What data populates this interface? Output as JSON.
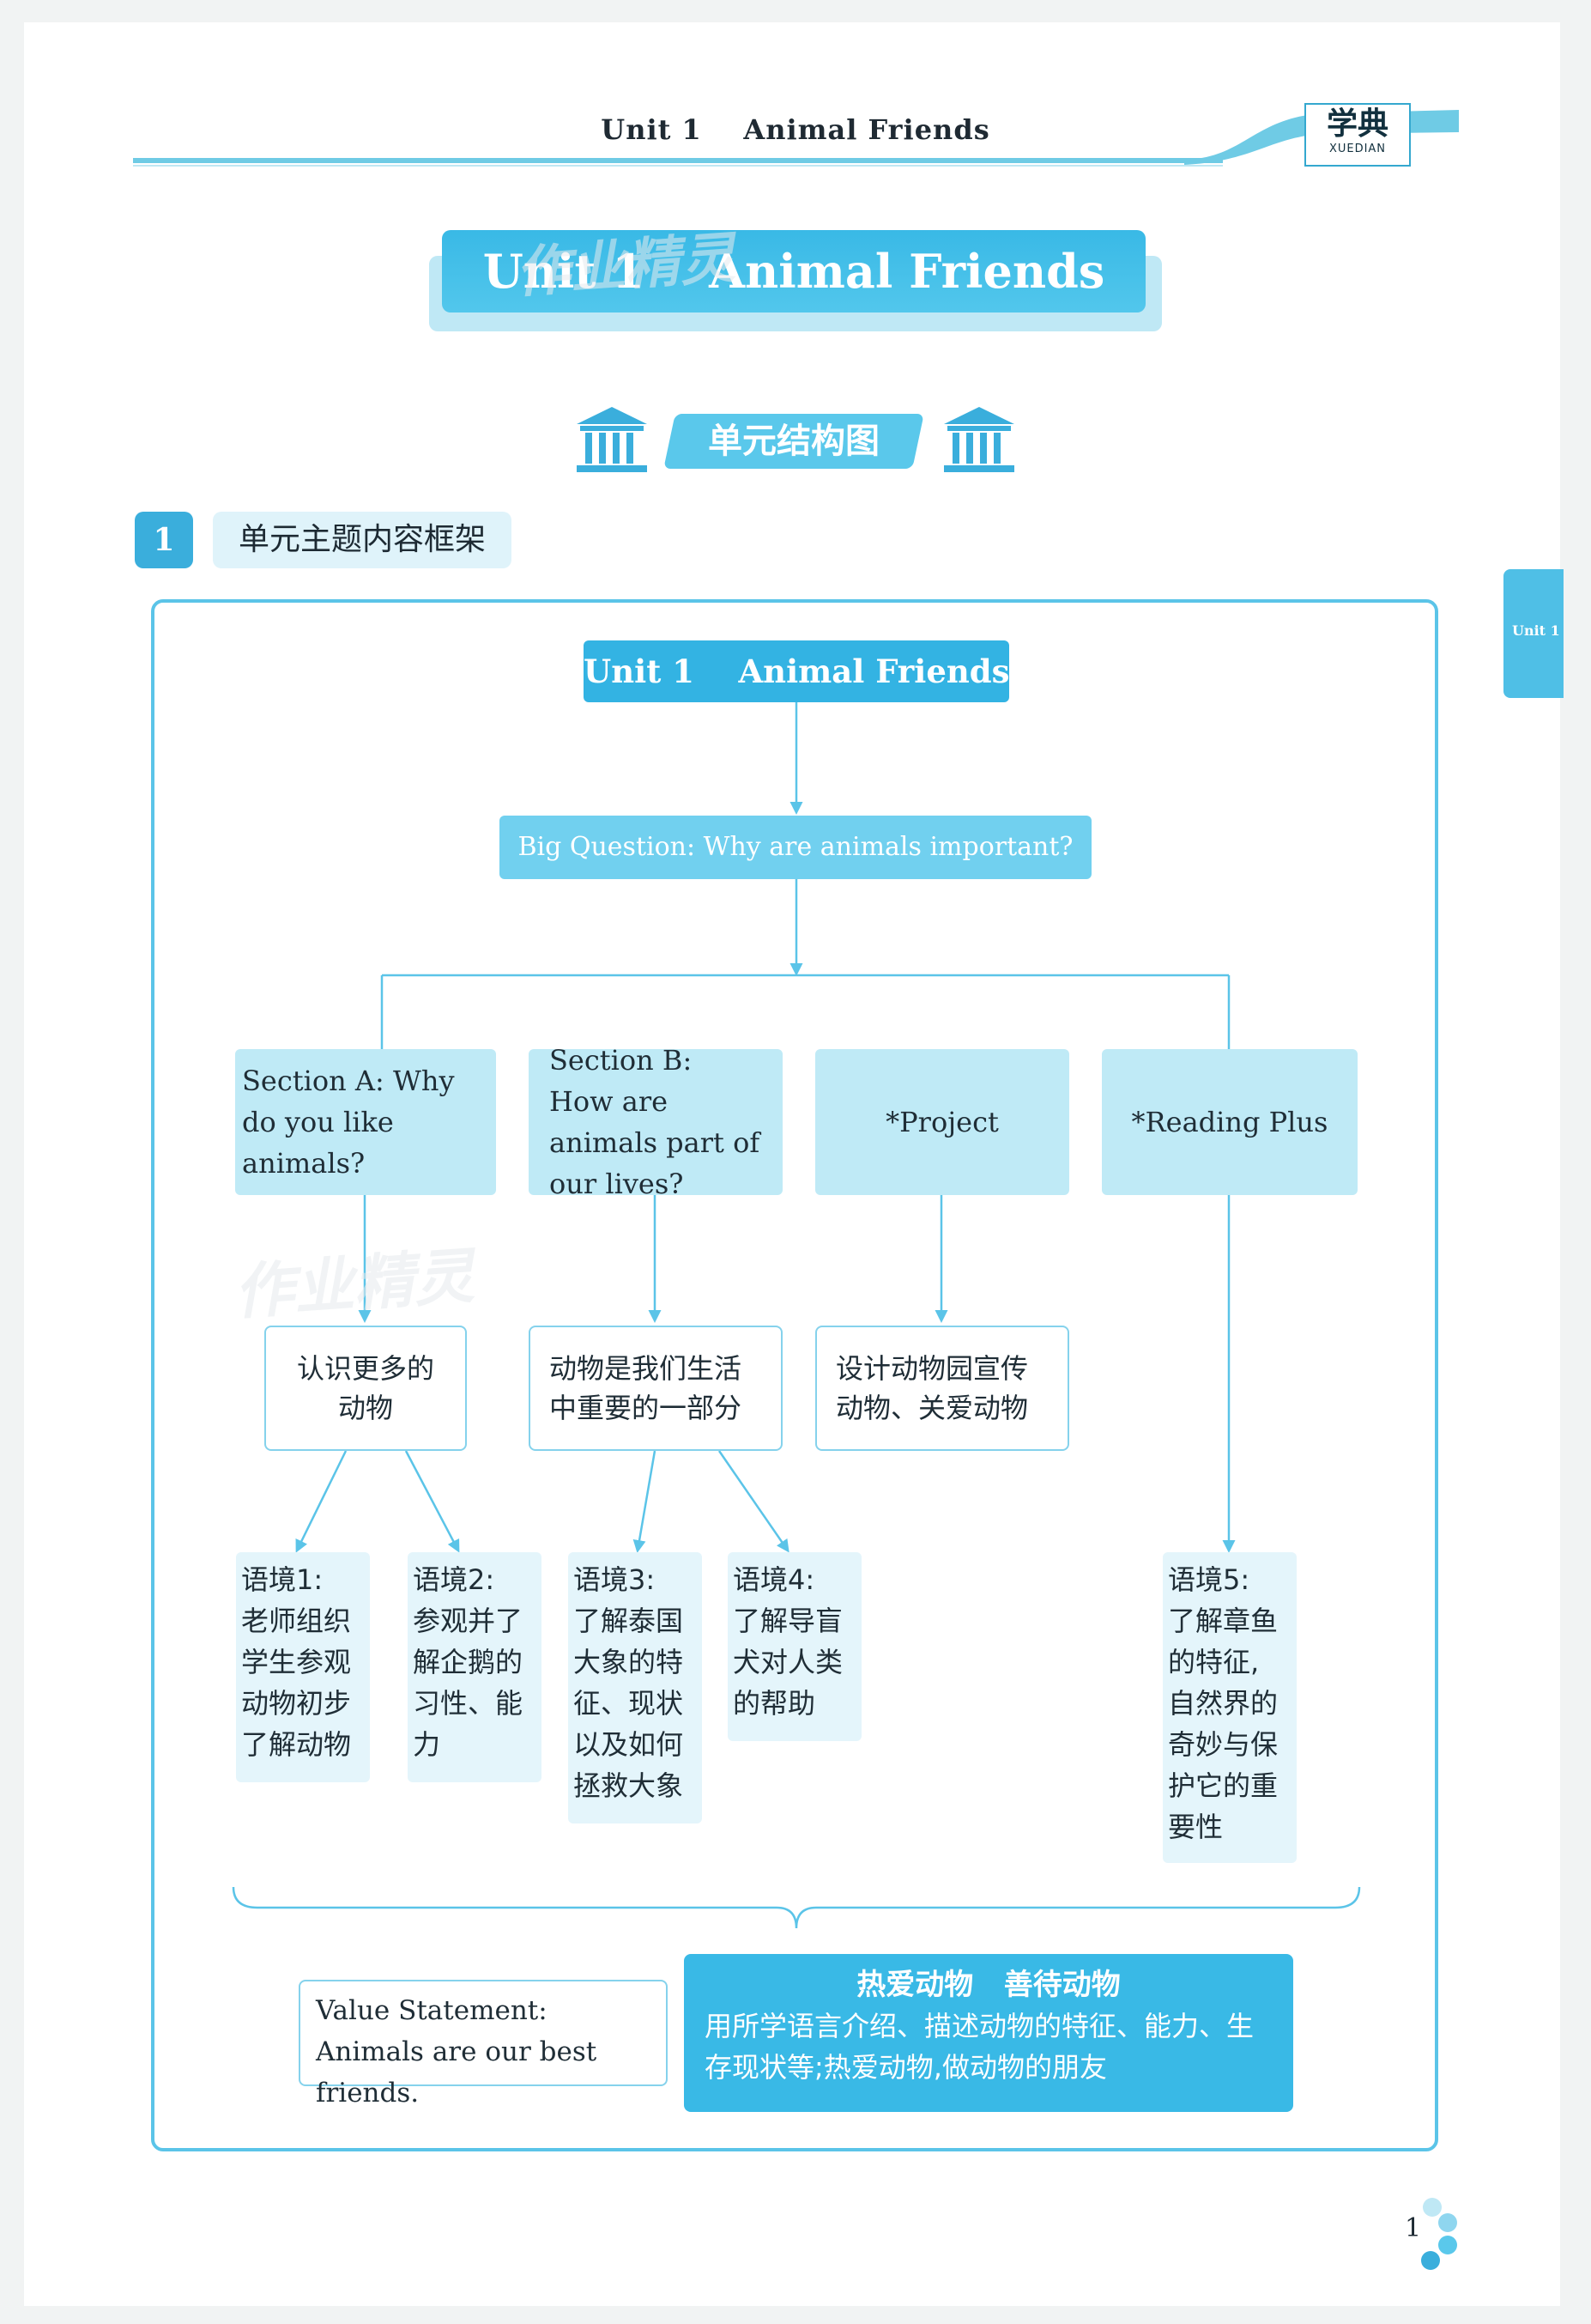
{
  "header": {
    "running_title": "Unit 1    Animal Friends",
    "logo_main": "学典",
    "logo_sub": "XUEDIAN",
    "side_tab": "Unit 1"
  },
  "banner": {
    "title": "Unit 1    Animal Friends"
  },
  "section_heading": {
    "label": "单元结构图"
  },
  "subheading": {
    "number": "1",
    "label": "单元主题内容框架"
  },
  "diagram": {
    "root": "Unit 1    Animal Friends",
    "big_question": "Big Question: Why are animals important?",
    "sections": [
      {
        "label": "Section A: Why do you like animals?"
      },
      {
        "label": "Section B: How are animals part of our lives?"
      },
      {
        "label": "*Project"
      },
      {
        "label": "*Reading Plus"
      }
    ],
    "themes": [
      {
        "label": "认识更多的动物"
      },
      {
        "label": "动物是我们生活中重要的一部分"
      },
      {
        "label": "设计动物园宣传动物、关爱动物"
      }
    ],
    "contexts": [
      {
        "label": "语境1:\n老师组织\n学生参观\n动物初步\n了解动物"
      },
      {
        "label": "语境2:\n参观并了\n解企鹅的\n习性、能\n力"
      },
      {
        "label": "语境3:\n了解泰国\n大象的特\n征、现状\n以及如何\n拯救大象"
      },
      {
        "label": "语境4:\n了解导盲\n犬对人类\n的帮助"
      },
      {
        "label": "语境5:\n了解章鱼\n的特征,\n自然界的\n奇妙与保\n护它的重\n要性"
      }
    ],
    "value_statement": "Value Statement: Animals are our best friends.",
    "value_title": "热爱动物   善待动物",
    "value_body": "用所学语言介绍、描述动物的特征、能力、生存现状等;热爱动物,做动物的朋友"
  },
  "watermark": "作业精灵",
  "page_number": "1",
  "colors": {
    "accent": "#39b9e6",
    "light": "#bfeaf6",
    "line": "#5bc4e8"
  }
}
